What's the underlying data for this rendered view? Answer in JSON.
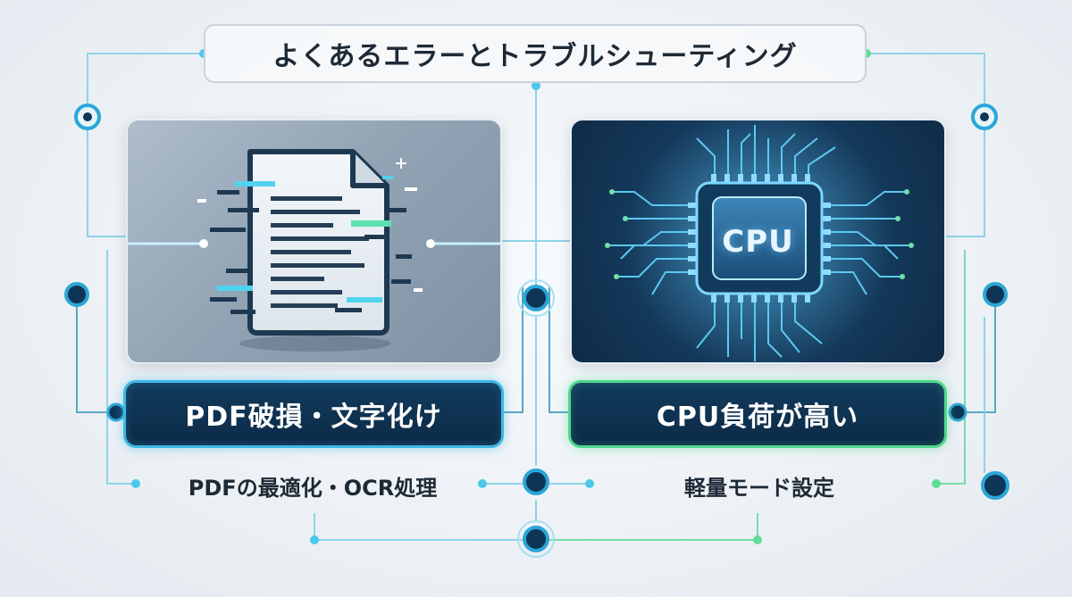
{
  "title": "よくあるエラーとトラブルシューティング",
  "left_card": {
    "icon": "document-icon",
    "label": "PDF破損・文字化け",
    "solution": "PDFの最適化・OCR処理",
    "accent_color": "#3fb8e6"
  },
  "right_card": {
    "icon": "cpu-chip-icon",
    "chip_text": "CPU",
    "label": "CPU負荷が高い",
    "solution": "軽量モード設定",
    "accent_color": "#4fd88e"
  },
  "colors": {
    "connector": "#7fcfe8",
    "node_dark": "#0f3556",
    "node_ring": "#2aa7d6",
    "green": "#5fdc95"
  }
}
